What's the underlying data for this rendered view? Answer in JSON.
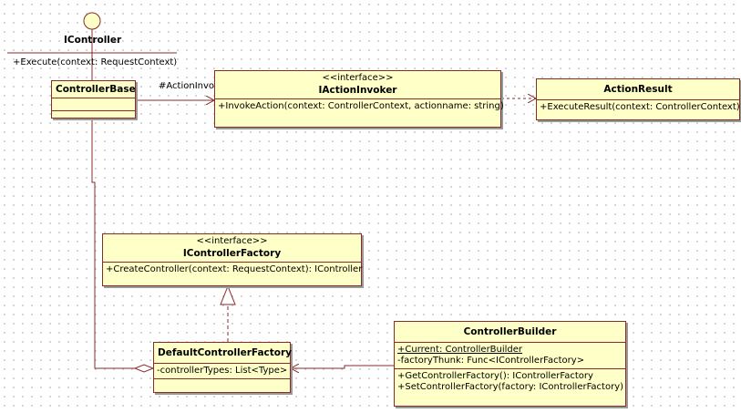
{
  "icontroller": {
    "name": "IController",
    "operation": "+Execute(context: RequestContext)"
  },
  "controller_base": {
    "name": "ControllerBase"
  },
  "iaction_invoker": {
    "stereotype": "<<interface>>",
    "name": "IActionInvoker",
    "operation": "+InvokeAction(context: ControllerContext, actionname: string)"
  },
  "action_result": {
    "name": "ActionResult",
    "operation": "+ExecuteResult(context: ControllerContext)"
  },
  "association_label": "#ActionInvoker",
  "icontroller_factory": {
    "stereotype": "<<interface>>",
    "name": "IControllerFactory",
    "operation": "+CreateController(context: RequestContext): IController"
  },
  "default_factory": {
    "name": "DefaultControllerFactory",
    "attribute": "-controllerTypes: List<Type>"
  },
  "controller_builder": {
    "name": "ControllerBuilder",
    "attributes": [
      "+Current: ControllerBuilder",
      "-factoryThunk: Func<IControllerFactory>"
    ],
    "operations": [
      "+GetControllerFactory(): IControllerFactory",
      "+SetControllerFactory(factory: IControllerFactory)"
    ]
  },
  "colors": {
    "class_fill": "#ffffc8",
    "class_border": "#8a2b2b",
    "edge": "#8a2b2b"
  }
}
